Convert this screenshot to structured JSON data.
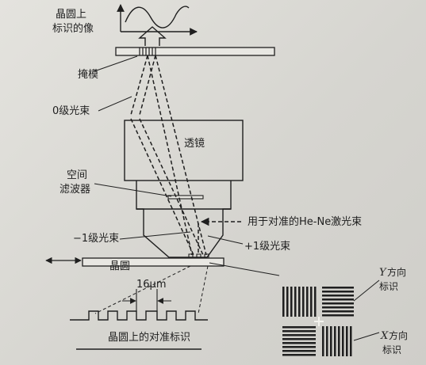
{
  "labels": {
    "mark_image_line1": "晶圆上",
    "mark_image_line2": "标识的像",
    "mask": "掩模",
    "zero_order_beam": "0级光束",
    "lens": "透镜",
    "spatial_filter_line1": "空间",
    "spatial_filter_line2": "滤波器",
    "alignment_laser": "用于对准的He-Ne激光束",
    "minus_one_beam": "−1级光束",
    "plus_one_beam": "+1级光束",
    "wafer": "晶圆",
    "pitch": "16μm",
    "wafer_marks": "晶圆上的对准标识",
    "y_mark_axis": "Y",
    "y_mark_text": "方向",
    "y_mark_text2": "标识",
    "x_mark_axis": "X",
    "x_mark_text": "方向",
    "x_mark_text2": "标识"
  },
  "colors": {
    "ink": "#1f1f1f",
    "background": "#dedcd7"
  }
}
